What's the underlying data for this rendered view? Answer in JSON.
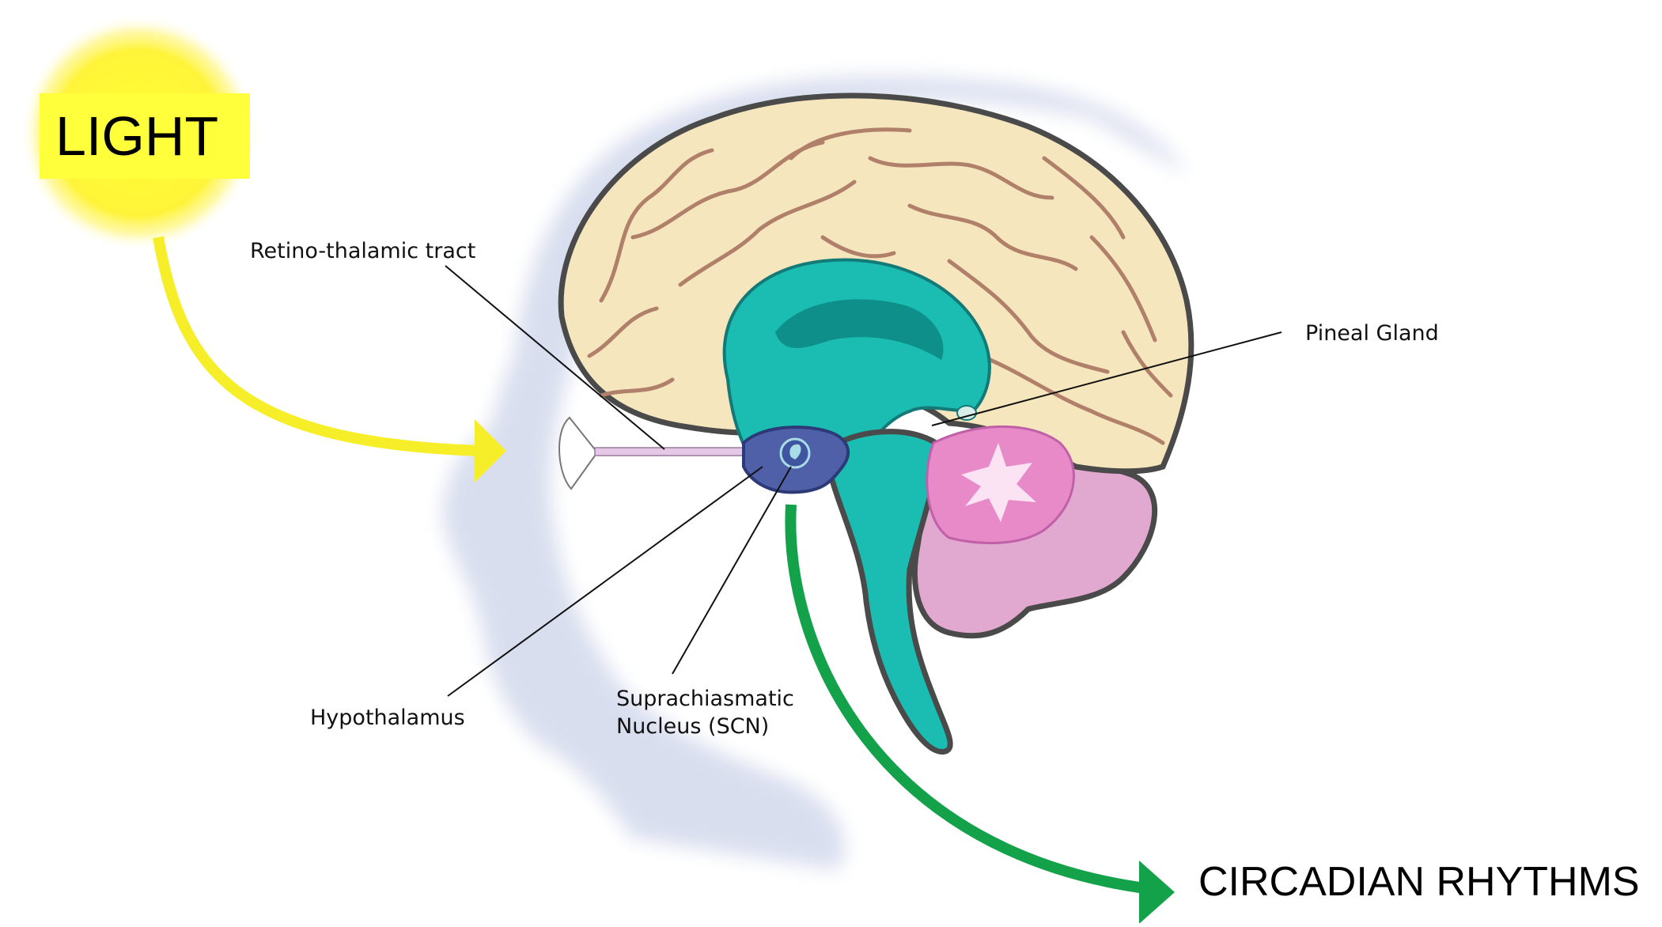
{
  "labels": {
    "light": "LIGHT",
    "retino": "Retino-thalamic tract",
    "pineal": "Pineal Gland",
    "hypothalamus": "Hypothalamus",
    "scn_line1": "Suprachiasmatic",
    "scn_line2": "Nucleus (SCN)",
    "circadian": "CIRCADIAN RHYTHMS"
  },
  "colors": {
    "sun": "#ffff3c",
    "light_arrow": "#f7ee2a",
    "circadian_arrow": "#13a24a",
    "cortex": "#f6e6bd",
    "gyri": "#b0806a",
    "brainstem": "#1bbcb2",
    "hypothalamus": "#4f5fa8",
    "cerebellum": "#e2a9d0",
    "head_silhouette": "#d3d9ec"
  }
}
